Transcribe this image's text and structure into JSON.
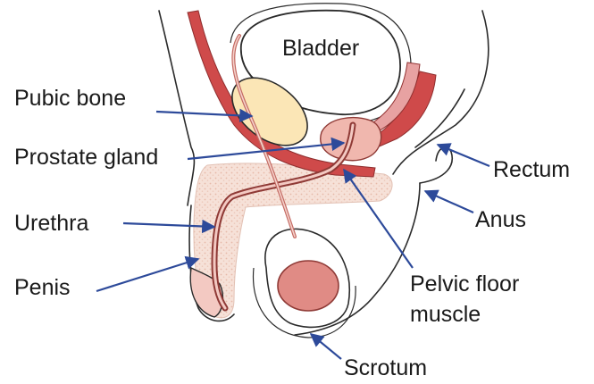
{
  "labels": {
    "bladder": "Bladder",
    "pubic_bone": "Pubic  bone",
    "prostate_gland": "Prostate gland",
    "urethra": "Urethra",
    "penis": "Penis",
    "rectum": "Rectum",
    "anus": "Anus",
    "pelvic_floor_1": "Pelvic floor",
    "pelvic_floor_2": "muscle",
    "scrotum": "Scrotum"
  },
  "colors": {
    "muscle": "#cf4a4a",
    "muscle_light": "#e7a2a2",
    "bone": "#fbe6b6",
    "tissue": "#f4d8cc",
    "tissue_dots": "#e9bfb0",
    "arrow": "#2d4a9a",
    "outline": "#2b2b2b"
  }
}
